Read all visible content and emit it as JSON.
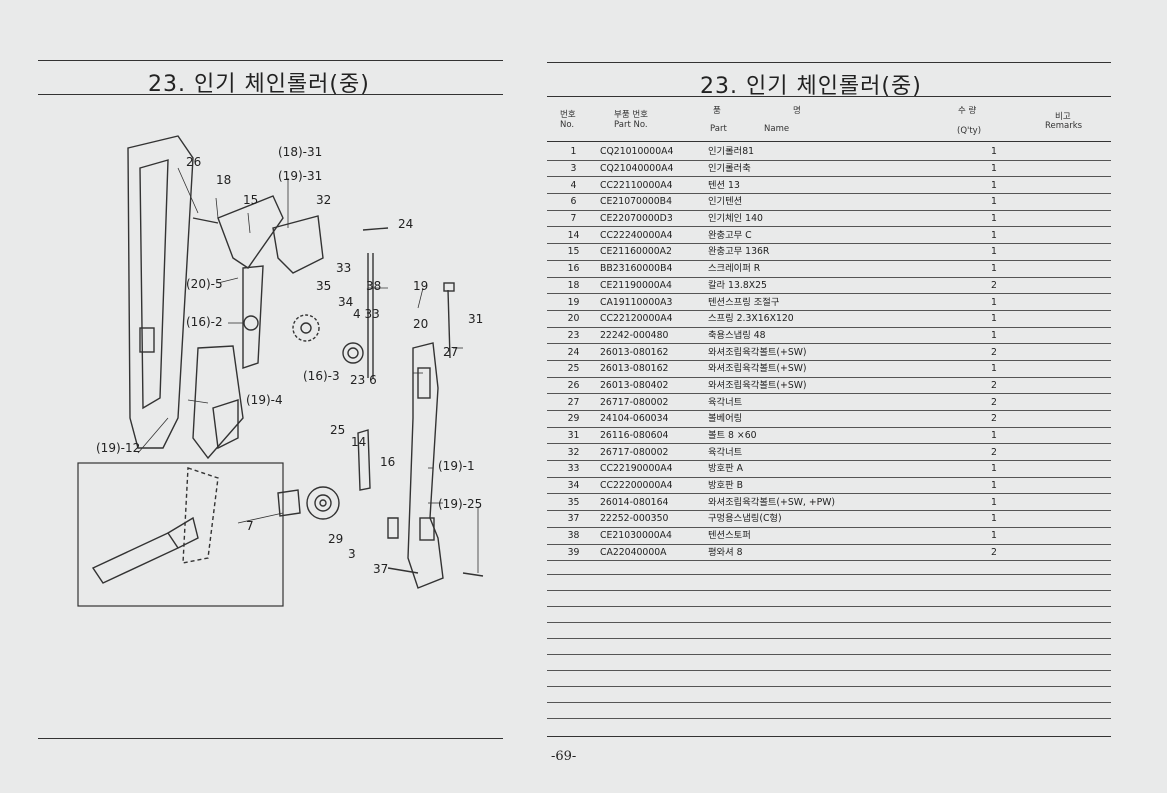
{
  "left_page": {
    "title": "23. 인기 체인롤러(중)",
    "callouts": {
      "c26": "26",
      "c18": "18",
      "c15": "15",
      "c18_31": "(18)-31",
      "c19_31": "(19)-31",
      "c32": "32",
      "c24": "24",
      "c33": "33",
      "c20_5": "(20)-5",
      "c16_2": "(16)-2",
      "c35": "35",
      "c34": "34",
      "c38": "38",
      "c19": "19",
      "c4_33": "4 33",
      "c20": "20",
      "c31": "31",
      "c27": "27",
      "c16_3": "(16)-3",
      "c23_6": "23 6",
      "c19_4": "(19)-4",
      "c19_12": "(19)-12",
      "c25": "25",
      "c14": "14",
      "c16": "16",
      "c19_1": "(19)-1",
      "c19_25": "(19)-25",
      "c7": "7",
      "c29": "29",
      "c3": "3",
      "c37": "37"
    }
  },
  "right_page": {
    "title": "23. 인기 체인롤러(중)",
    "headers": {
      "no_ko": "번호",
      "no_en": "No.",
      "pn_ko": "부품 번호",
      "pn_en": "Part No.",
      "name_ko_1": "품",
      "name_ko_2": "명",
      "name_en_1": "Part",
      "name_en_2": "Name",
      "qty_ko": "수 량",
      "qty_en": "(Q'ty)",
      "rem_ko": "비고",
      "rem_en": "Remarks"
    },
    "rows": [
      {
        "no": "1",
        "part": "CQ21010000A4",
        "name": "인기롤러81",
        "qty": "1"
      },
      {
        "no": "3",
        "part": "CQ21040000A4",
        "name": "인기롤러축",
        "qty": "1"
      },
      {
        "no": "4",
        "part": "CC22110000A4",
        "name": "텐션 13",
        "qty": "1"
      },
      {
        "no": "6",
        "part": "CE21070000B4",
        "name": "인기텐션",
        "qty": "1"
      },
      {
        "no": "7",
        "part": "CE22070000D3",
        "name": "인기체인 140",
        "qty": "1"
      },
      {
        "no": "14",
        "part": "CC22240000A4",
        "name": "완충고무 C",
        "qty": "1"
      },
      {
        "no": "15",
        "part": "CE21160000A2",
        "name": "완충고무 136R",
        "qty": "1"
      },
      {
        "no": "16",
        "part": "BB23160000B4",
        "name": "스크레이퍼 R",
        "qty": "1"
      },
      {
        "no": "18",
        "part": "CE21190000A4",
        "name": "칼라 13.8X25",
        "qty": "2"
      },
      {
        "no": "19",
        "part": "CA19110000A3",
        "name": "텐션스프링 조절구",
        "qty": "1"
      },
      {
        "no": "20",
        "part": "CC22120000A4",
        "name": "스프링 2.3X16X120",
        "qty": "1"
      },
      {
        "no": "23",
        "part": "22242-000480",
        "name": "축용스냅링 48",
        "qty": "1"
      },
      {
        "no": "24",
        "part": "26013-080162",
        "name": "와셔조립육각볼트(+SW)",
        "qty": "2"
      },
      {
        "no": "25",
        "part": "26013-080162",
        "name": "와셔조립육각볼트(+SW)",
        "qty": "1"
      },
      {
        "no": "26",
        "part": "26013-080402",
        "name": "와셔조립육각볼트(+SW)",
        "qty": "2"
      },
      {
        "no": "27",
        "part": "26717-080002",
        "name": "육각너트",
        "qty": "2"
      },
      {
        "no": "29",
        "part": "24104-060034",
        "name": "볼베어링",
        "qty": "2"
      },
      {
        "no": "31",
        "part": "26116-080604",
        "name": "볼트 8 ×60",
        "qty": "1"
      },
      {
        "no": "32",
        "part": "26717-080002",
        "name": "육각너트",
        "qty": "2"
      },
      {
        "no": "33",
        "part": "CC22190000A4",
        "name": "방호판 A",
        "qty": "1"
      },
      {
        "no": "34",
        "part": "CC22200000A4",
        "name": "방호판 B",
        "qty": "1"
      },
      {
        "no": "35",
        "part": "26014-080164",
        "name": "와셔조립육각볼트(+SW, +PW)",
        "qty": "1"
      },
      {
        "no": "37",
        "part": "22252-000350",
        "name": "구멍용스냅링(C형)",
        "qty": "1"
      },
      {
        "no": "38",
        "part": "CE21030000A4",
        "name": "텐션스토퍼",
        "qty": "1"
      },
      {
        "no": "39",
        "part": "CA22040000A",
        "name": "평와셔 8",
        "qty": "2"
      }
    ],
    "footer": "-69-"
  }
}
